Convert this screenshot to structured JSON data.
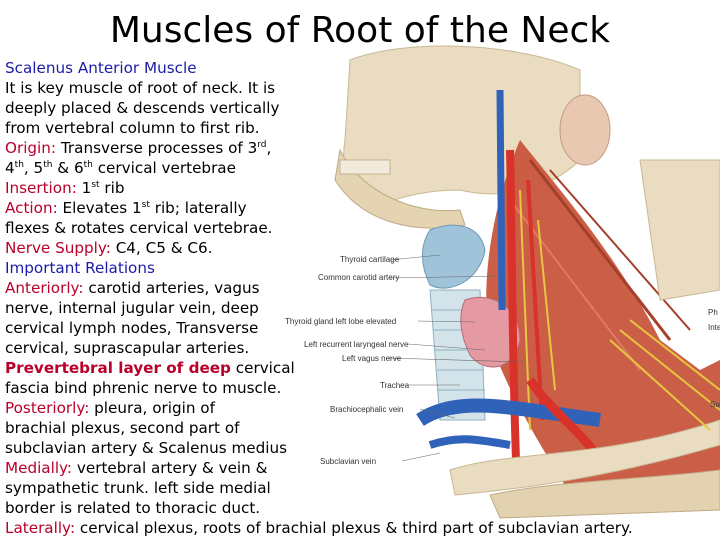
{
  "title": "Muscles of Root of the Neck",
  "paragraph": {
    "heading": "Scalenus Anterior Muscle",
    "intro": [
      "It is key muscle of root of neck. It is",
      "deeply placed & descends vertically",
      "from vertebral column to first rib."
    ],
    "origin_label": "Origin:",
    "origin_text": " Transverse processes of 3",
    "origin_sup1": "rd",
    "origin_text2": ",",
    "origin_line2_a": "4",
    "origin_sup2": "th",
    "origin_line2_b": ", 5",
    "origin_sup3": "th",
    "origin_line2_c": " & 6",
    "origin_sup4": "th",
    "origin_line2_d": " cervical vertebrae",
    "insertion_label": "Insertion:",
    "insertion_a": " 1",
    "insertion_sup": "st",
    "insertion_b": " rib",
    "action_label": "Action:",
    "action_a": " Elevates 1",
    "action_sup": "st",
    "action_b": " rib; laterally",
    "action_line2": "flexes & rotates cervical vertebrae.",
    "nerve_label": "Nerve Supply:",
    "nerve_text": " C4, C5 & C6.",
    "relations_heading": "Important Relations",
    "anteriorly_label": "Anteriorly:",
    "anteriorly_lines": [
      " carotid arteries, vagus",
      "nerve, internal jugular vein, deep",
      "cervical lymph nodes, Transverse",
      "cervical, suprascapular arteries."
    ],
    "prevertebral_bold": "Prevertebral layer of deep",
    "prevertebral_rest": " cervical",
    "prevertebral_line2": "fascia bind phrenic nerve to muscle.",
    "posteriorly_label": "Posteriorly:",
    "posteriorly_lines": [
      " pleura, origin of",
      "brachial plexus, second part of",
      "subclavian artery & Scalenus medius"
    ],
    "medially_label": "Medially:",
    "medially_lines": [
      " vertebral artery & vein &",
      "sympathetic trunk. left side medial",
      "border is related to thoracic duct."
    ],
    "laterally_label": "Laterally:",
    "laterally_text": " cervical plexus, roots of brachial plexus & third part of subclavian artery."
  },
  "figure_labels": {
    "thyroid_cartilage": "Thyroid cartilage",
    "common_carotid": "Common carotid artery",
    "thyroid_gland": "Thyroid gland left lobe elevated",
    "recurrent_nerve": "Left recurrent laryngeal nerve",
    "vagus_nerve": "Left vagus nerve",
    "trachea": "Trachea",
    "brachiocephalic": "Brachiocephalic vein",
    "subclavian_vein": "Subclavian vein",
    "edge_ph": "Ph",
    "edge_int": "Inte",
    "edge_su": "Su"
  },
  "colors": {
    "heading_blue": "#1c1ca8",
    "label_red": "#b8002a",
    "muscle": "#c8553d",
    "bone": "#e9dcc0",
    "artery": "#d8322a",
    "vein": "#2f62b8",
    "nerve": "#e6c640",
    "cartilage": "#9fc3d9",
    "gland": "#e59aa3"
  }
}
